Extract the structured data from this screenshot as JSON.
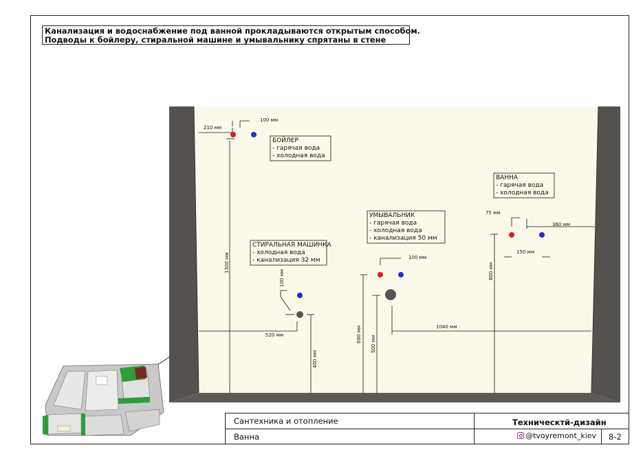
{
  "note": {
    "line1": "Канализация и водоснабжение под ванной прокладываются открытым способом.",
    "line2": "Подводы к бойлеру, стиральной машине и умывальнику спрятаны в стене"
  },
  "labels": {
    "boiler": {
      "title": "БОЙЛЕР",
      "hot": "- гарячая вода",
      "cold": "- холодная вода"
    },
    "washer": {
      "title": "СТИРАЛЬНАЯ МАШИНКА",
      "cold": "- холодная вода",
      "sewer": "- канализация 32 мм"
    },
    "sink": {
      "title": "УМЫВАЛЬНИК",
      "hot": "- гарячая вода",
      "cold": "- холодная вода",
      "sewer": "- канализация 50 мм"
    },
    "bath": {
      "title": "ВАННА",
      "hot": "- гарячая вода",
      "cold": "- холодная вода"
    }
  },
  "dims": {
    "d210": "210 мм",
    "d100a": "100 мм",
    "d1300": "1300 мм",
    "d100b": "100 мм",
    "d520": "520 мм",
    "d400": "400 мм",
    "d100c": "100 мм",
    "d600": "600 мм",
    "d500": "500 мм",
    "d1040": "1040 мм",
    "d75": "75 мм",
    "d360": "360 мм",
    "d150": "150 мм",
    "d800": "800 мм"
  },
  "colors": {
    "hot": "#e01b1b",
    "cold": "#1a2fd6",
    "sewer": "#555555",
    "wall": "#54524f",
    "plane": "#fbfaea"
  },
  "titleblock": {
    "section": "Сантехника и отопление",
    "room": "Ванна",
    "company": "Техническтй-дизайн",
    "instagram": "@tvoyremont_kiev",
    "sheet": "8-2"
  }
}
